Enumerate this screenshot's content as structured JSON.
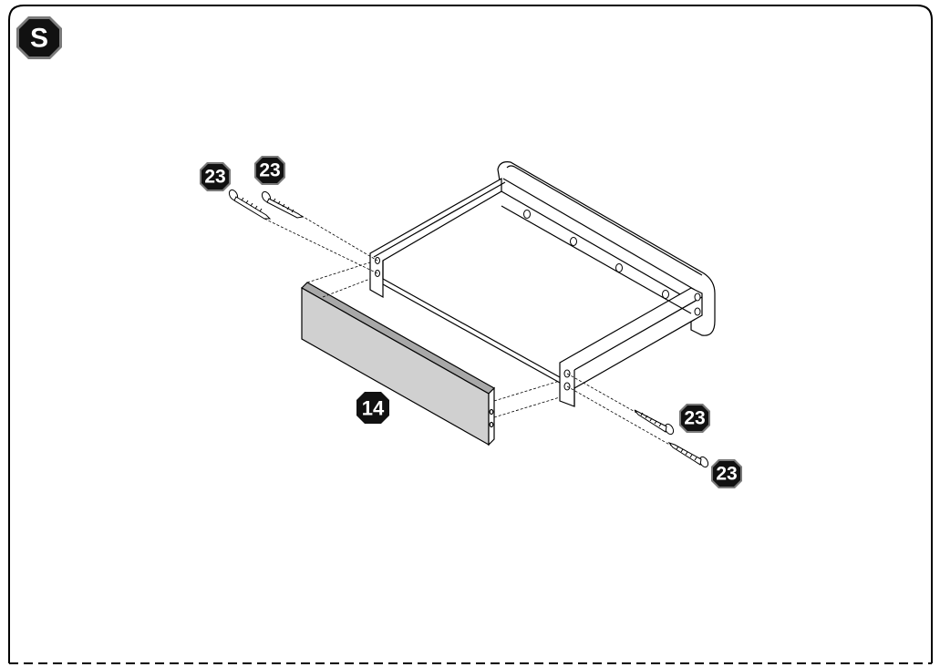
{
  "step": {
    "letter": "S"
  },
  "parts": {
    "front_panel": {
      "number": "14"
    },
    "screws": [
      {
        "number": "23"
      },
      {
        "number": "23"
      },
      {
        "number": "23"
      },
      {
        "number": "23"
      }
    ]
  },
  "colors": {
    "line": "#000000",
    "panel_fill": "#d0d0d0",
    "panel_edge": "#a8a8a8",
    "badge_fill": "#111111",
    "badge_text": "#ffffff",
    "background": "#ffffff"
  }
}
